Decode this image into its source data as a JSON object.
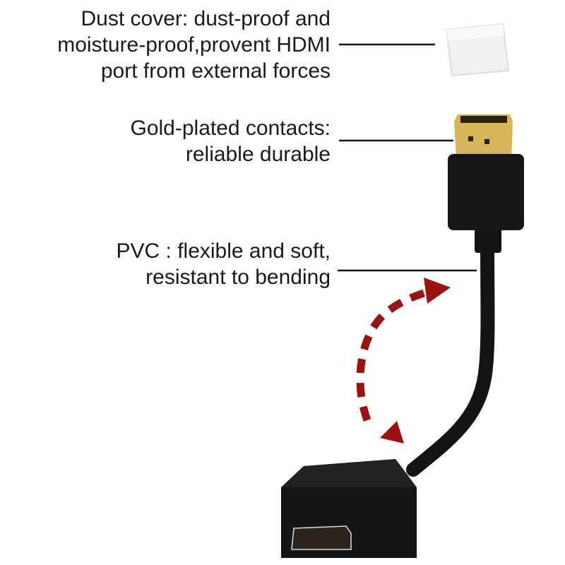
{
  "callouts": [
    {
      "lines": [
        "Dust cover: dust-proof and",
        "moisture-proof,provent HDMI",
        "port from external forces"
      ]
    },
    {
      "lines": [
        "Gold-plated contacts:",
        "reliable durable"
      ]
    },
    {
      "lines": [
        "PVC : flexible and soft,",
        "resistant to bending"
      ]
    }
  ],
  "colors": {
    "arrow": "#9b1212",
    "cable": "#111111",
    "gold": "#d9b659",
    "cover": "#f2f2f2"
  }
}
